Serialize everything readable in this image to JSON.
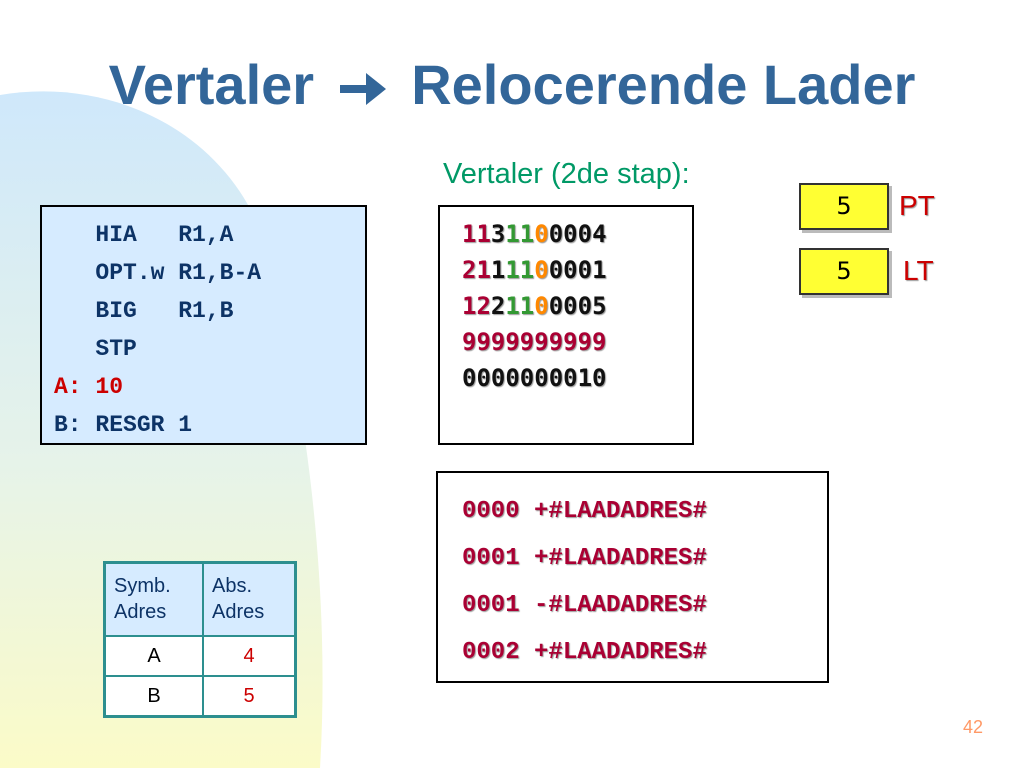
{
  "slide": {
    "title_left": "Vertaler",
    "title_right": "Relocerende Lader",
    "subtitle": "Vertaler (2de stap):",
    "page_number": "42"
  },
  "source_code": [
    {
      "label": "   ",
      "text": "HIA   R1,A"
    },
    {
      "label": "   ",
      "text": "OPT.w R1,B-A"
    },
    {
      "label": "   ",
      "text": "BIG   R1,B"
    },
    {
      "label": "   ",
      "text": "STP"
    },
    {
      "label": "A:",
      "text": " 10"
    },
    {
      "label": "B:",
      "text": " RESGR 1"
    }
  ],
  "object_code": [
    {
      "p1": "11",
      "p2": "3",
      "p3": "11",
      "p4": "0",
      "p5": "0004"
    },
    {
      "p1": "21",
      "p2": "1",
      "p3": "11",
      "p4": "0",
      "p5": "0001"
    },
    {
      "p1": "12",
      "p2": "2",
      "p3": "11",
      "p4": "0",
      "p5": "0005"
    },
    {
      "all": "9999999999"
    },
    {
      "all": "0000000010"
    }
  ],
  "relocation_table": [
    "0000 +#LAADADRES#",
    "0001 +#LAADADRES#",
    "0001 -#LAADADRES#",
    "0002 +#LAADADRES#"
  ],
  "registers": {
    "pt": {
      "value": "5",
      "label": "PT"
    },
    "lt": {
      "value": "5",
      "label": "LT"
    }
  },
  "symbol_table": {
    "headers": [
      "Symb.\nAdres",
      "Abs.\nAdres"
    ],
    "header_lines": [
      [
        "Symb.",
        "Adres"
      ],
      [
        "Abs.",
        "Adres"
      ]
    ],
    "rows": [
      {
        "symbol": "A",
        "address": "4"
      },
      {
        "symbol": "B",
        "address": "5"
      }
    ]
  },
  "colors": {
    "title": "#336699",
    "subtitle": "#009966",
    "source_bg": "#d6ebff",
    "register_bg": "#ffff33",
    "accent_red": "#cc0000"
  }
}
